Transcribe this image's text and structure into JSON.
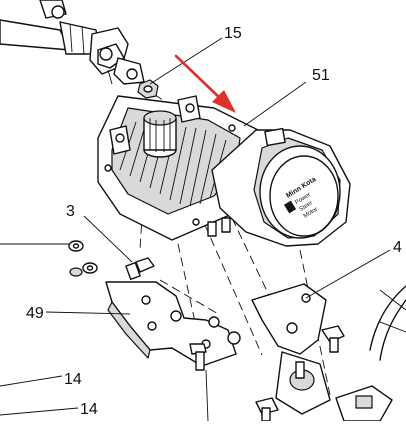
{
  "callouts": [
    {
      "id": "15",
      "label": "15"
    },
    {
      "id": "51",
      "label": "51"
    },
    {
      "id": "3",
      "label": "3"
    },
    {
      "id": "4",
      "label": "4"
    },
    {
      "id": "49",
      "label": "49"
    },
    {
      "id": "14a",
      "label": "14"
    },
    {
      "id": "14b",
      "label": "14"
    }
  ],
  "motor_label": {
    "brand": "Minn Kota",
    "line1": "Power",
    "line2": "Steer",
    "line3": "Motor"
  },
  "colors": {
    "line": "#111111",
    "arrow": "#e0302a",
    "part_fill": "#ffffff",
    "shade": "#d9d9d9"
  }
}
